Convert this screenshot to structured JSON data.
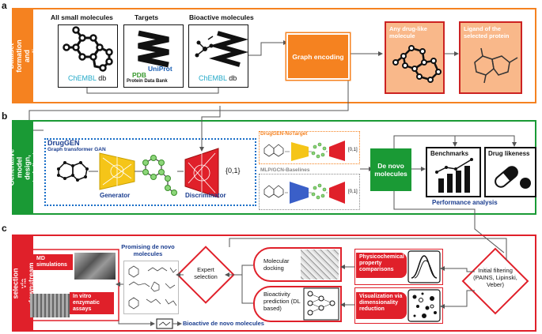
{
  "panels": {
    "a": {
      "letter": "a",
      "sidebar": "Dataset formation and encoding",
      "color": "#f58220"
    },
    "b": {
      "letter": "b",
      "sidebar": "Generative model design, train/test",
      "color": "#1a9a35"
    },
    "c": {
      "letter": "c",
      "sidebar": "Molecule selection via downstream analyses",
      "color": "#e0202a"
    }
  },
  "a": {
    "all_small_title": "All small molecules",
    "targets_title": "Targets",
    "bioactive_title": "Bioactive molecules",
    "chembl1": "ChEMBL",
    "db1": "db",
    "uniprot": "UniProt",
    "pdb": "PDB",
    "pdb_sub": "Protein Data Bank",
    "chembl2": "ChEMBL",
    "db2": "db",
    "graph_encoding": "Graph encoding",
    "any_drug_like": "Any drug-like molecule",
    "ligand": "Ligand of the selected protein"
  },
  "b": {
    "drugsgen": "DrugGEN",
    "drugsgen_sub": "Graph transformer GAN",
    "generator": "Generator",
    "discriminator": "Discriminator",
    "output": "{0,1}",
    "notarget": "DrugGEN-NoTarget",
    "notarget_out": "[0,1]",
    "baselines": "MLP/GCN-Baselines",
    "baselines_out": "[0,1]",
    "de_novo": "De novo molecules",
    "benchmarks": "Benchmarks",
    "drug_likeness": "Drug likeness",
    "performance": "Performance analysis"
  },
  "c": {
    "md": "MD simulations",
    "in_vitro": "In vitro enzymatic assays",
    "promising": "Promising de novo molecules",
    "expert": "Expert selection",
    "docking": "Molecular docking",
    "bioactivity": "Bioactivity prediction (DL based)",
    "physchem": "Physicochemical property comparisons",
    "visualization": "Visualization via dimensionality reduction",
    "filtering": "Initial filtering (PAINS, Lipinski, Veber)",
    "bioactive_out": "Bioactive de novo molecules"
  }
}
